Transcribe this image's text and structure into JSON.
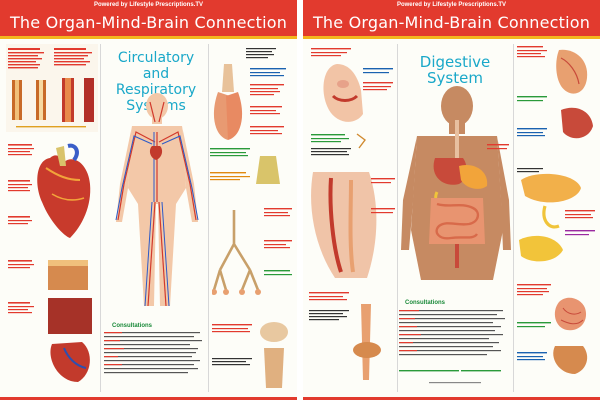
{
  "left": {
    "powered": "Powered by Lifestyle Prescriptions.TV",
    "title": "The Organ-Mind-Brain Connection",
    "section_title": "Circulatory and Respiratory Systems",
    "consultations_title": "Consultations"
  },
  "right": {
    "powered": "Powered by Lifestyle Prescriptions.TV",
    "title": "The Organ-Mind-Brain Connection",
    "section_title": "Digestive System",
    "consultations_title": "Consultations"
  },
  "colors": {
    "header": "#e23a2e",
    "accent": "#f3b51e",
    "section": "#1aa8c9"
  }
}
